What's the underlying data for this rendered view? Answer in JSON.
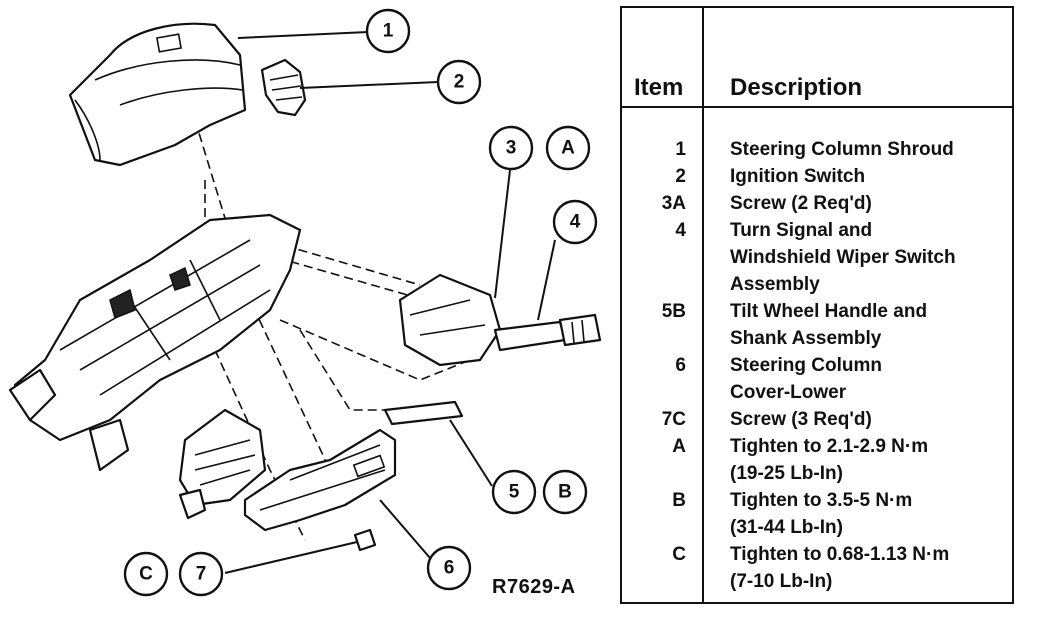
{
  "callouts": {
    "c1": "1",
    "c2": "2",
    "c3": "3",
    "cA": "A",
    "c4": "4",
    "c5": "5",
    "cB": "B",
    "c6": "6",
    "cC": "C",
    "c7": "7"
  },
  "ref_code": "R7629-A",
  "legend": {
    "header_item": "Item",
    "header_description": "Description",
    "rows": [
      {
        "item": "1",
        "description": "Steering Column Shroud"
      },
      {
        "item": "2",
        "description": "Ignition Switch"
      },
      {
        "item": "3A",
        "description": "Screw (2 Req'd)"
      },
      {
        "item": "4",
        "description": "Turn Signal and\nWindshield Wiper Switch\nAssembly"
      },
      {
        "item": "5B",
        "description": "Tilt Wheel Handle and\nShank Assembly"
      },
      {
        "item": "6",
        "description": "Steering Column\nCover-Lower"
      },
      {
        "item": "7C",
        "description": "Screw (3 Req'd)"
      },
      {
        "item": "A",
        "description": "Tighten to 2.1-2.9 N·m\n(19-25 Lb-In)"
      },
      {
        "item": "B",
        "description": "Tighten to 3.5-5 N·m\n(31-44 Lb-In)"
      },
      {
        "item": "C",
        "description": "Tighten to 0.68-1.13 N·m\n(7-10 Lb-In)"
      }
    ]
  }
}
